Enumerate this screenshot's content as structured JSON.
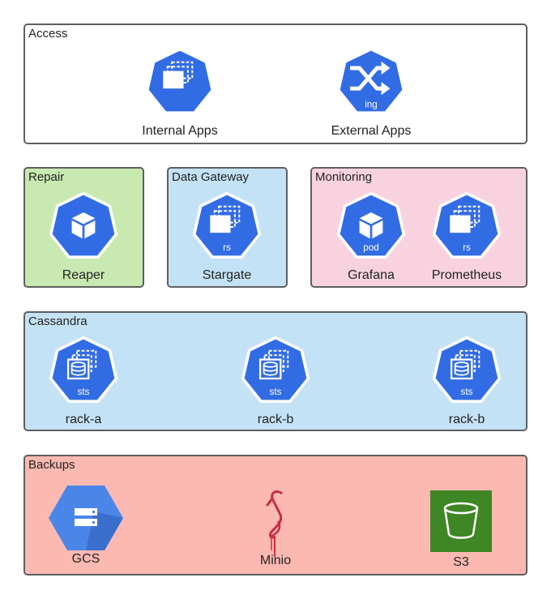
{
  "colors": {
    "k8s_blue": "#326ce5",
    "access_bg": "#ffffff",
    "repair_bg": "#c8e9b0",
    "gateway_bg": "#c4e2f6",
    "monitoring_bg": "#f8d3df",
    "cassandra_bg": "#c4e2f6",
    "backups_bg": "#fcb9b2",
    "border": "#5f5f5f"
  },
  "groups": {
    "access": {
      "title": "Access"
    },
    "repair": {
      "title": "Repair"
    },
    "gateway": {
      "title": "Data Gateway"
    },
    "monitoring": {
      "title": "Monitoring"
    },
    "cassandra": {
      "title": "Cassandra"
    },
    "backups": {
      "title": "Backups"
    }
  },
  "nodes": {
    "internal_apps": {
      "label": "Internal Apps",
      "icon": "k8s-deployment-icon"
    },
    "external_apps": {
      "label": "External Apps",
      "icon": "k8s-ingress-icon",
      "badge": "ing"
    },
    "reaper": {
      "label": "Reaper",
      "icon": "k8s-cube-icon"
    },
    "stargate": {
      "label": "Stargate",
      "icon": "k8s-replicaset-icon",
      "badge": "rs"
    },
    "grafana": {
      "label": "Grafana",
      "icon": "k8s-pod-icon",
      "badge": "pod"
    },
    "prometheus": {
      "label": "Prometheus",
      "icon": "k8s-replicaset-icon",
      "badge": "rs"
    },
    "rack_a": {
      "label": "rack-a",
      "icon": "k8s-statefulset-icon",
      "badge": "sts"
    },
    "rack_b1": {
      "label": "rack-b",
      "icon": "k8s-statefulset-icon",
      "badge": "sts"
    },
    "rack_b2": {
      "label": "rack-b",
      "icon": "k8s-statefulset-icon",
      "badge": "sts"
    },
    "gcs": {
      "label": "GCS",
      "icon": "gcs-icon"
    },
    "minio": {
      "label": "Minio",
      "icon": "minio-flamingo-icon"
    },
    "s3": {
      "label": "S3",
      "icon": "s3-bucket-icon"
    }
  }
}
